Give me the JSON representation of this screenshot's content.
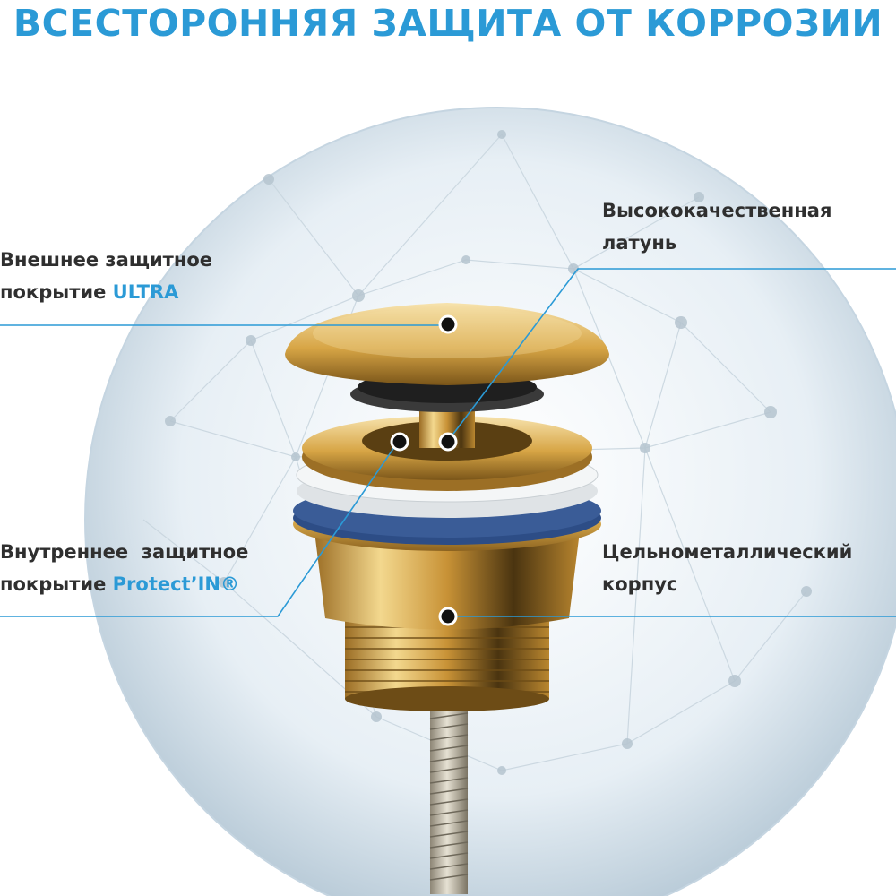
{
  "headline": "ВСЕСТОРОННЯЯ ЗАЩИТА ОТ КОРРОЗИИ",
  "callouts": {
    "outer_coating": {
      "line1": "Внешнее защитное",
      "line2_prefix": "покрытие ",
      "line2_accent": "ULTRA"
    },
    "brass": {
      "line1": "Высококачественная",
      "line2": "латунь"
    },
    "inner_coating": {
      "line1": "Внутреннее  защитное",
      "line2_prefix": "покрытие ",
      "line2_accent": "Protect’IN®"
    },
    "body": {
      "line1": "Цельнометаллический",
      "line2": "корпус"
    }
  },
  "colors": {
    "accent": "#2b9ad6",
    "text": "#2f2f2f",
    "gold": "#d4a84a",
    "seal_blue": "#2d4d86"
  },
  "icons": [
    "protective-sphere-graphic",
    "drain-plug-product-image"
  ]
}
